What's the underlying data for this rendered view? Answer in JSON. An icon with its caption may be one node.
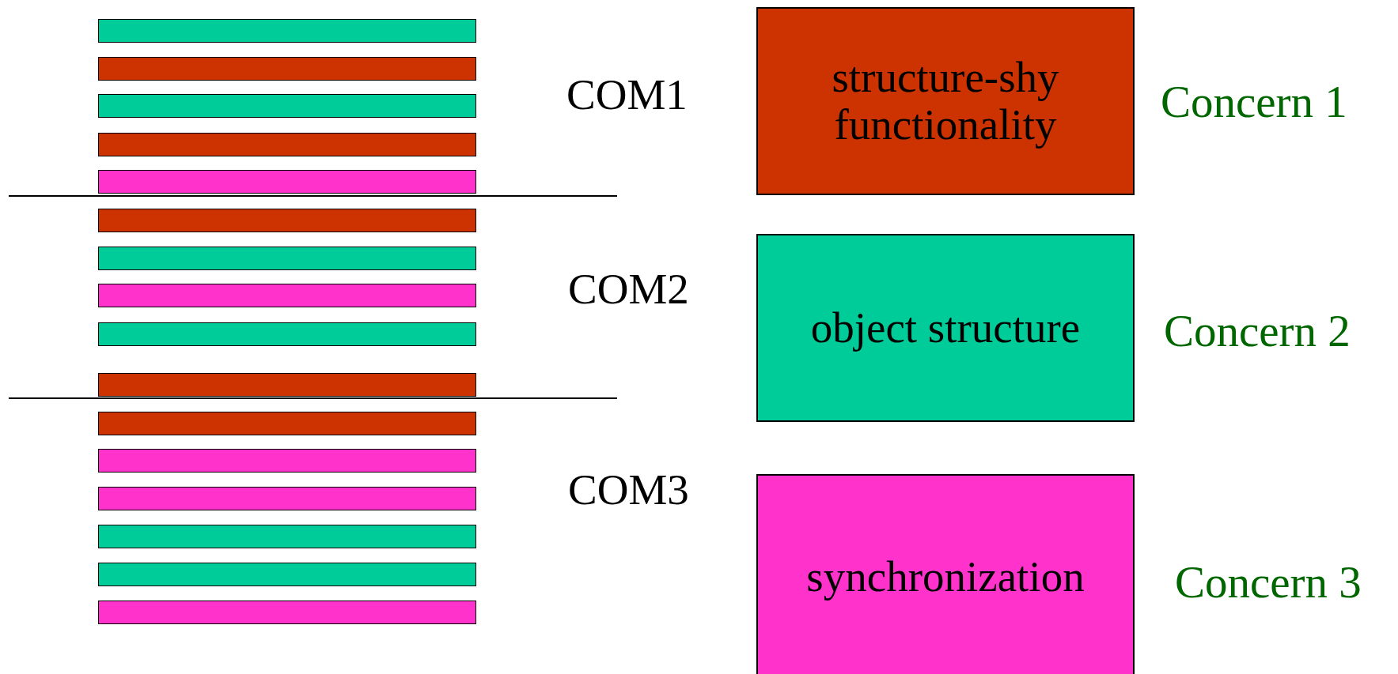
{
  "diagram": {
    "nodes": [
      {
        "text": [
          "structure-shy functionality"
        ],
        "beside": [
          "Concern 1"
        ]
      },
      {
        "text": [
          "object structure"
        ],
        "beside": [
          "Concern 2"
        ]
      },
      {
        "text": [
          "synchronization"
        ],
        "beside": [
          "Concern 3"
        ]
      },
      {
        "text": [],
        "shape": "bar"
      },
      {
        "text": [],
        "shape": "bar"
      },
      {
        "text": [],
        "shape": "bar"
      },
      {
        "text": [],
        "shape": "bar"
      },
      {
        "text": [],
        "shape": "bar"
      },
      {
        "text": [],
        "shape": "bar"
      },
      {
        "text": [],
        "shape": "bar"
      },
      {
        "text": [],
        "shape": "bar"
      },
      {
        "text": [],
        "shape": "bar"
      },
      {
        "text": [],
        "shape": "bar"
      },
      {
        "text": [],
        "shape": "bar"
      },
      {
        "text": [],
        "shape": "bar"
      },
      {
        "text": [],
        "shape": "bar"
      },
      {
        "text": [],
        "shape": "bar"
      },
      {
        "text": [],
        "shape": "bar"
      },
      {
        "text": [],
        "shape": "bar"
      }
    ],
    "edges": [],
    "labels": [
      "COM1",
      "COM2",
      "COM3"
    ]
  }
}
